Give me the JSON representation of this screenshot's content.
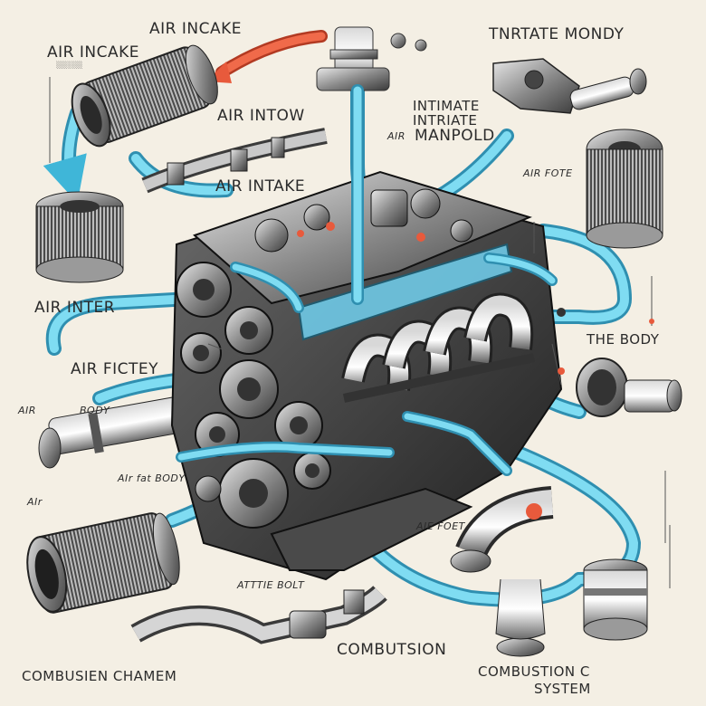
{
  "labels": {
    "air_incake_top": "AIR INCAKE",
    "air_incake_left": "AIR INCAKE",
    "air_intow": "AIR INTOW",
    "air_intake": "AIR INTAKE",
    "air_inter": "AIR INTER",
    "air_fictey": "AIR FICTEY",
    "air_body_left": "AIR",
    "air_body_right": "BODY",
    "air_fat_body": "AIr fat BODY",
    "air_small": "AIr",
    "tnrtate_mondy": "TNRTATE MONDY",
    "intimate": "INTIMATE",
    "intriate": "INTRIATE",
    "manpold_prefix": "AIR",
    "manpold": "MANPOLD",
    "air_fote": "AIR FOTE",
    "the_body": "THE BODY",
    "aie_foet": "AIE FOET",
    "attlie_bolt": "ATTTIE BOLT",
    "combutsion": "COMBUTSION",
    "combusien_chamem": "COMBUSIEN CHAMEM",
    "combustion_system_1": "COMBUSTION C",
    "combustion_system_2": "SYSTEM"
  }
}
